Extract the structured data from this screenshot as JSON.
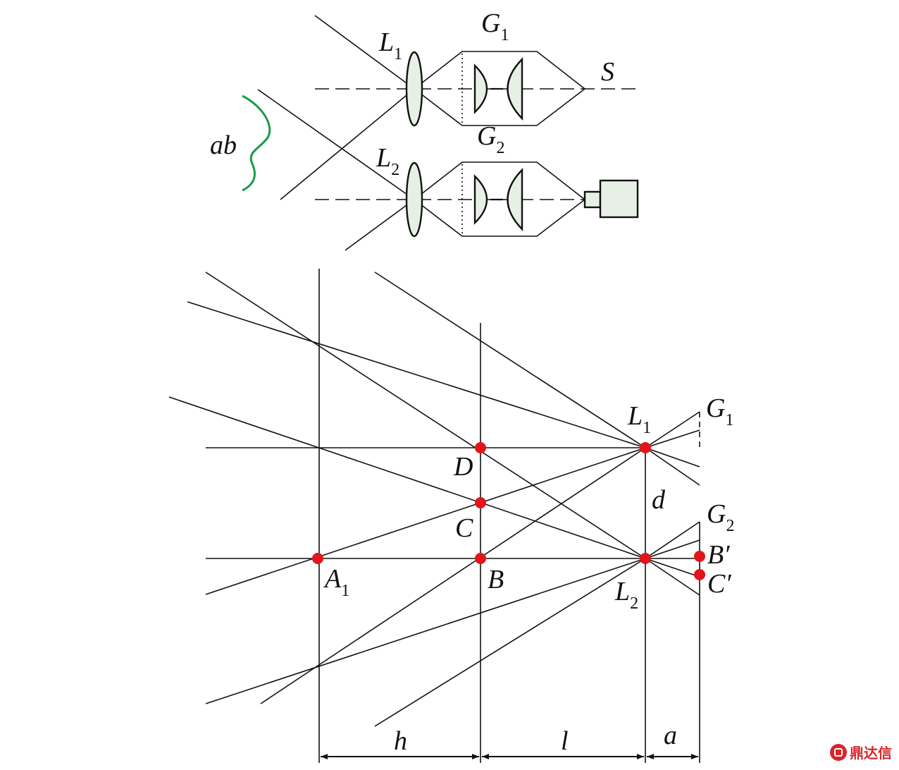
{
  "top": {
    "L1": "L",
    "L1_sub": "1",
    "G1": "G",
    "G1_sub": "1",
    "S": "S",
    "L2": "L",
    "L2_sub": "2",
    "G2": "G",
    "G2_sub": "2",
    "ab": "ab"
  },
  "bottom": {
    "L1": "L",
    "L1_sub": "1",
    "G1": "G",
    "G1_sub": "1",
    "G2": "G",
    "G2_sub": "2",
    "L2": "L",
    "L2_sub": "2",
    "D": "D",
    "C": "C",
    "B": "B",
    "A1": "A",
    "A1_sub": "1",
    "Bp": "B′",
    "Cp": "C′",
    "d": "d",
    "h": "h",
    "l": "l",
    "a": "a"
  },
  "colors": {
    "points": "#e3141b",
    "curve": "#1a9a4a",
    "lens": "#e6f0e4"
  },
  "watermark": "鼎达信"
}
